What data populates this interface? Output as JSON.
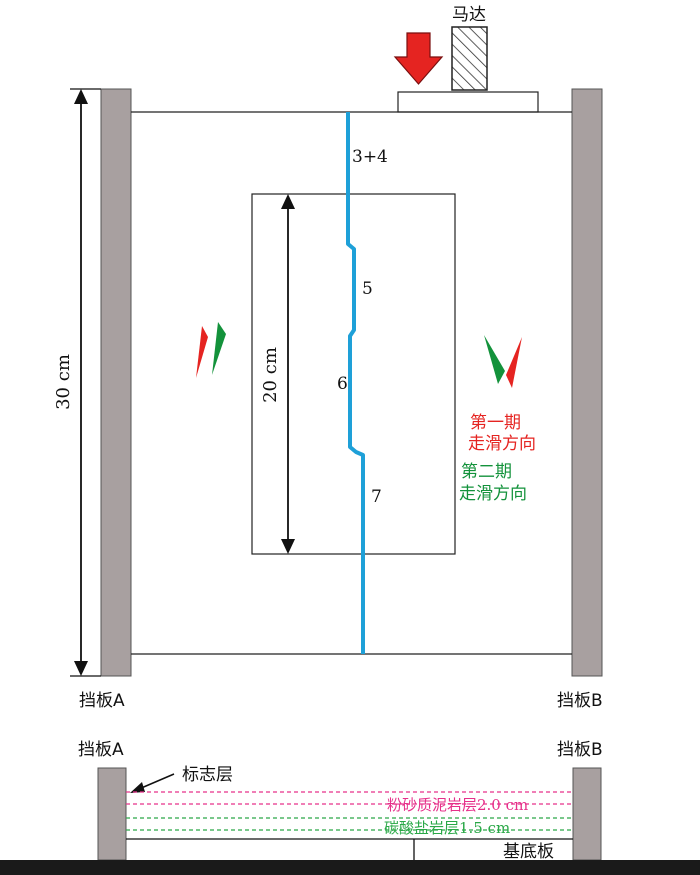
{
  "motor": {
    "label": "马达"
  },
  "dimensions": {
    "total_height": "30 cm",
    "inner_height": "20 cm"
  },
  "segments": {
    "s34": "3+4",
    "s5": "5",
    "s6": "6",
    "s7": "7"
  },
  "legend": {
    "phase1_line1": "第一期",
    "phase1_line2": "走滑方向",
    "phase2_line1": "第二期",
    "phase2_line2": "走滑方向"
  },
  "plates": {
    "a": "挡板A",
    "b": "挡板B"
  },
  "section": {
    "marker": "标志层",
    "layer_upper": "粉砂质泥岩层2.0 cm",
    "layer_lower": "碳酸盐岩层1.5 cm",
    "base": "基底板"
  },
  "colors": {
    "red": "#e52421",
    "green": "#13923b",
    "fault_blue": "#1ea0d8",
    "plate_gray": "#a8a0a0",
    "magenta": "#e6308a",
    "dash_green": "#2aa847"
  }
}
